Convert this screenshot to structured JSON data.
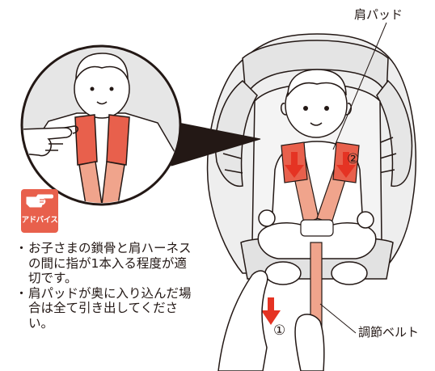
{
  "labels": {
    "shoulder_pad": "肩パッド",
    "adjust_belt": "調節ベルト",
    "step1": "①",
    "step2": "②"
  },
  "advice": {
    "badge_text": "アドバイス",
    "items": [
      "お子さまの鎖骨と肩ハーネスの間に指が1本入る程度が適切です。",
      "肩パッドが奥に入り込んだ場合は全て引き出してください。"
    ]
  },
  "colors": {
    "pad": "#e8604c",
    "belt": "#f0a48c",
    "arrow": "#e53323",
    "seat": "#eeeeee",
    "line": "#231815"
  }
}
